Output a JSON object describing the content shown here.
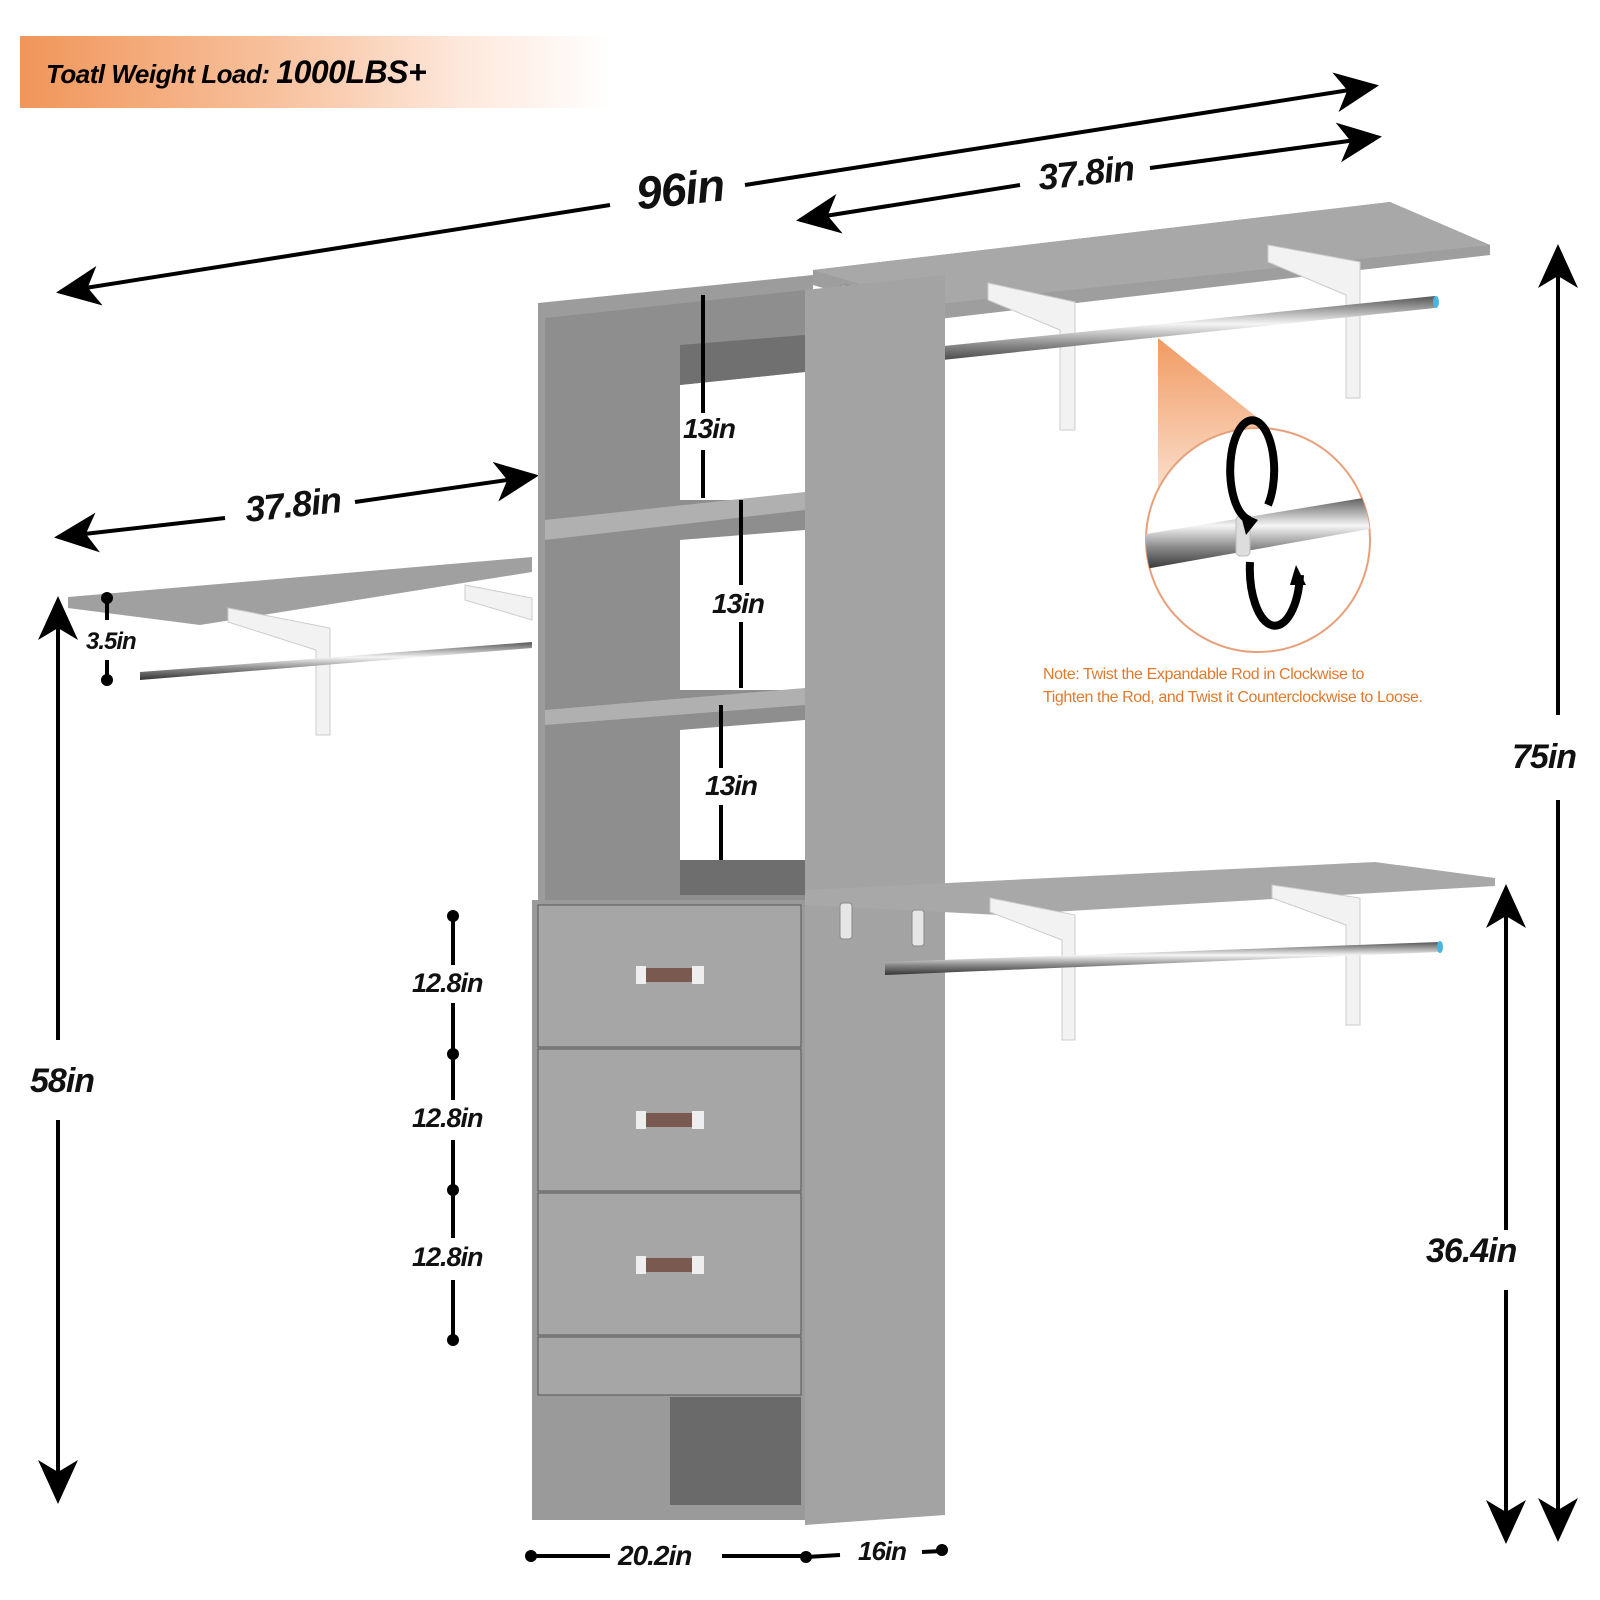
{
  "banner": {
    "label": "Toatl Weight Load:",
    "value": "1000LBS+",
    "gradient_start": "#f0955a",
    "gradient_end": "#ffffff"
  },
  "dimensions": {
    "total_width": "96in",
    "top_right_shelf_width": "37.8in",
    "left_shelf_width": "37.8in",
    "left_shelf_to_rod": "3.5in",
    "left_shelf_height": "58in",
    "total_height": "75in",
    "lower_right_shelf_height": "36.4in",
    "cubby_heights": [
      "13in",
      "13in",
      "13in"
    ],
    "drawer_heights": [
      "12.8in",
      "12.8in",
      "12.8in"
    ],
    "tower_width": "20.2in",
    "side_panel_depth": "16in"
  },
  "note": {
    "line1": "Note: Twist the Expandable Rod in Clockwise to",
    "line2": "Tighten the Rod, and Twist it Counterclockwise to Loose.",
    "color": "#e07a2e"
  },
  "colors": {
    "cabinet": "#9c9c9c",
    "cabinet_dark": "#7a7a7a",
    "bracket": "#f2f2f2",
    "rod": "#bfc3c7",
    "accent": "#f0955a"
  },
  "icons": {
    "rotate": "clockwise-counterclockwise-arrows"
  }
}
